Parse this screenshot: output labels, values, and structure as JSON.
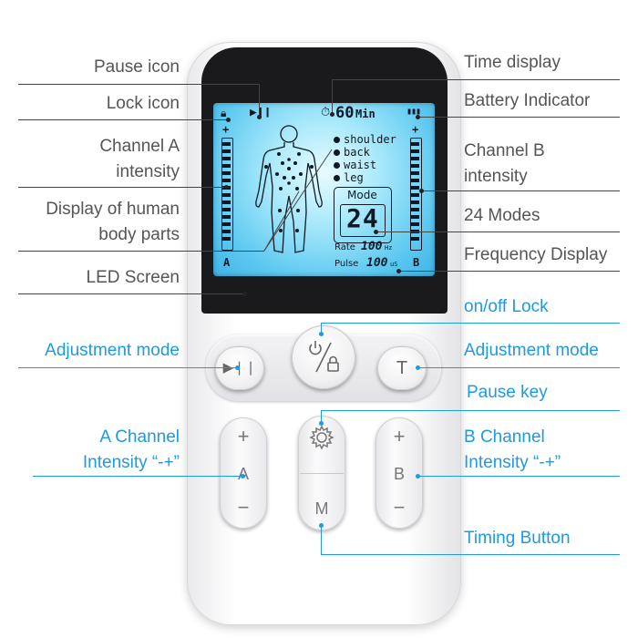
{
  "labels": {
    "pause_icon": "Pause icon",
    "lock_icon": "Lock icon",
    "channel_a_intensity": "Channel A\nintensity",
    "body_parts": "Display of human\nbody parts",
    "led_screen": "LED Screen",
    "adjustment_mode_left": "Adjustment mode",
    "a_channel_intensity": "A Channel\nIntensity “-+”",
    "time_display": "Time display",
    "battery_indicator": "Battery Indicator",
    "channel_b_intensity": "Channel B\nintensity",
    "modes": "24 Modes",
    "frequency_display": "Frequency Display",
    "onoff_lock": "on/off  Lock",
    "adjustment_mode_right": "Adjustment mode",
    "pause_key": "Pause key",
    "b_channel_intensity": "B Channel\nIntensity “-+”",
    "timing_button": "Timing Button"
  },
  "lcd": {
    "time_value": "60",
    "time_unit": "Min",
    "body_parts": [
      "shoulder",
      "back",
      "waist",
      "leg"
    ],
    "mode_label": "Mode",
    "mode_value": "24",
    "rate_label": "Rate",
    "rate_value": "100",
    "rate_unit": "Hz",
    "pulse_label": "Pulse",
    "pulse_value": "100",
    "pulse_unit": "uS",
    "channel_a": "A",
    "channel_b": "B",
    "plus": "+",
    "minus": "-"
  },
  "buttons": {
    "pause_glyph": "▶❘❘",
    "timer_key": "T",
    "a_plus": "+",
    "a_label": "A",
    "a_minus": "−",
    "b_plus": "+",
    "b_label": "B",
    "b_minus": "−",
    "mode_key": "M"
  },
  "colors": {
    "accent": "#1e9ae0",
    "label_gray": "#555555",
    "lcd_blue": "#5cc8f0"
  }
}
